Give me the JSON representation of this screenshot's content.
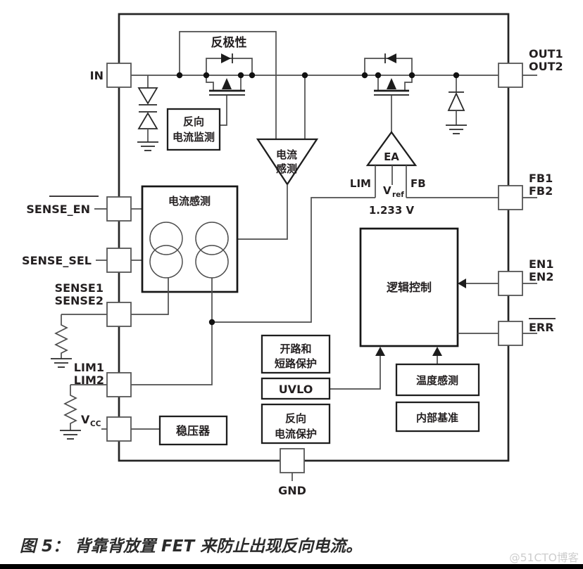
{
  "figure": {
    "caption": "图 5： 背靠背放置 FET 来防止出现反向电流。",
    "watermark": "@51CTO博客"
  },
  "pins": {
    "in": "IN",
    "out1": "OUT1",
    "out2": "OUT2",
    "sense_en": "SENSE_EN",
    "sense_sel": "SENSE_SEL",
    "sense1": "SENSE1",
    "sense2": "SENSE2",
    "lim1": "LIM1",
    "lim2": "LIM2",
    "vcc_base": "V",
    "vcc_sub": "CC",
    "gnd": "GND",
    "fb1": "FB1",
    "fb2": "FB2",
    "en1": "EN1",
    "en2": "EN2",
    "err": "ERR"
  },
  "blocks": {
    "reverse_polarity": "反极性",
    "rev_current_monitor_line1": "反向",
    "rev_current_monitor_line2": "电流监测",
    "current_sense_amp_line1": "电流",
    "current_sense_amp_line2": "感测",
    "current_sense_box_title": "电流感测",
    "ea": "EA",
    "lim_input": "LIM",
    "fb_input": "FB",
    "vref_base": "V",
    "vref_sub": "ref",
    "vref_value": "1.233 V",
    "logic_control": "逻辑控制",
    "open_short_line1": "开路和",
    "open_short_line2": "短路保护",
    "uvlo": "UVLO",
    "rev_current_prot_line1": "反向",
    "rev_current_prot_line2": "电流保护",
    "temp_sense": "温度感测",
    "internal_ref": "内部基准",
    "regulator": "稳压器"
  },
  "colors": {
    "line": "#4d4d4d",
    "border": "#1e1e1e",
    "text": "#231f20",
    "watermark": "#cdcdcd",
    "bottom_bar": "#000000"
  }
}
